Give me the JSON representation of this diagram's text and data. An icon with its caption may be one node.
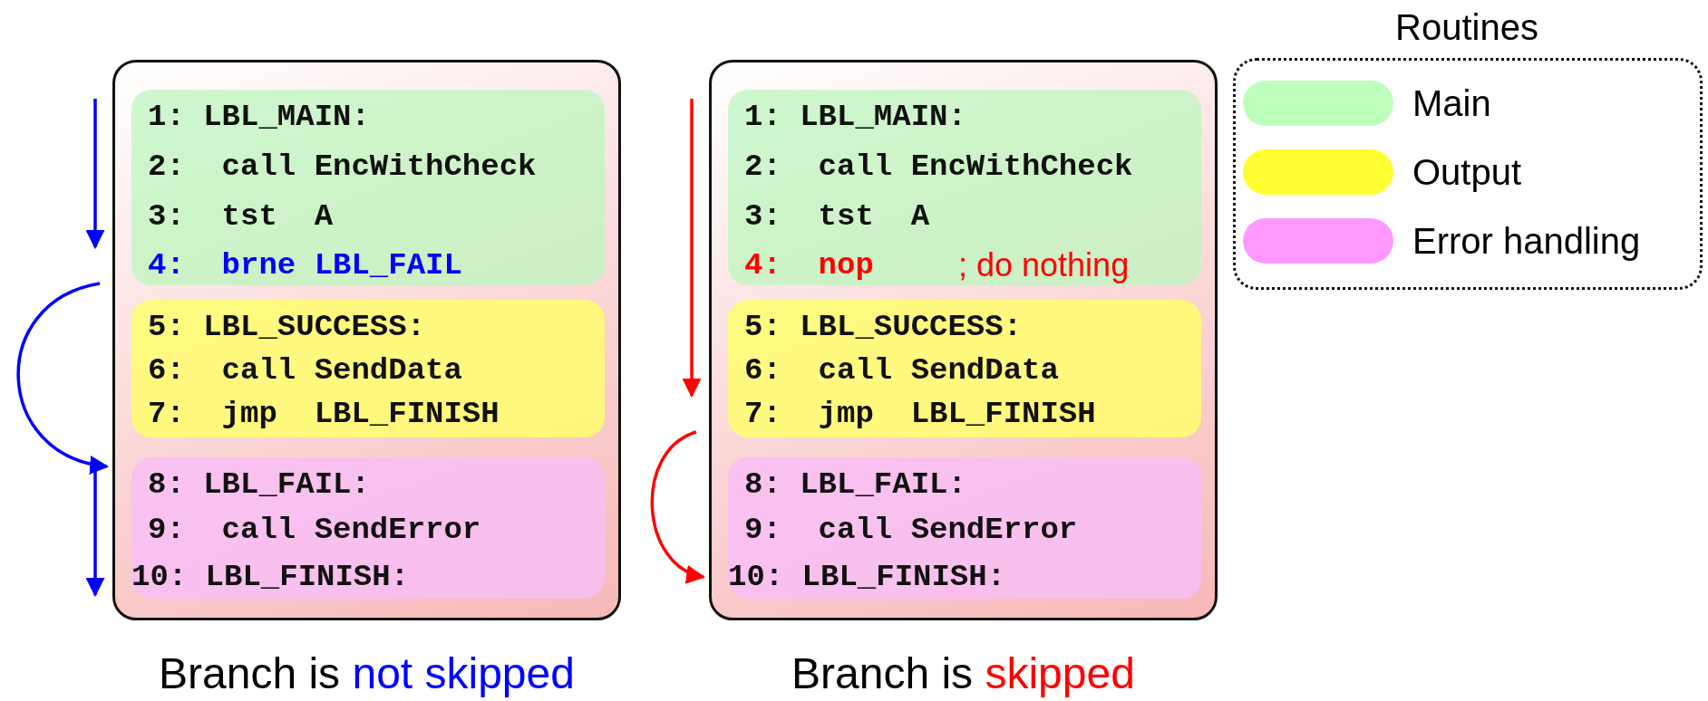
{
  "diagram": {
    "nodes": [
      {
        "text": [],
        "shape": "box",
        "beside": [
          "Branch is",
          "not skipped"
        ]
      },
      {
        "text": [],
        "shape": "box",
        "in": 0
      },
      {
        "text": [
          "1: LBL_MAIN:"
        ],
        "in": 1
      },
      {
        "text": [
          "2:  call EncWithCheck"
        ],
        "in": 1
      },
      {
        "text": [
          "3:  tst  A"
        ],
        "in": 1
      },
      {
        "text": [
          "4:  brne LBL_FAIL"
        ],
        "in": 1
      },
      {
        "text": [],
        "shape": "box",
        "in": 0
      },
      {
        "text": [
          "5: LBL_SUCCESS:"
        ],
        "in": 6
      },
      {
        "text": [
          "6:  call SendData"
        ],
        "in": 6
      },
      {
        "text": [
          "7:  jmp  LBL_FINISH"
        ],
        "in": 6
      },
      {
        "text": [],
        "shape": "box",
        "in": 0
      },
      {
        "text": [
          "8: LBL_FAIL:"
        ],
        "in": 10
      },
      {
        "text": [
          "9:  call SendError"
        ],
        "in": 10
      },
      {
        "text": [
          "10: LBL_FINISH:"
        ],
        "in": 10
      },
      {
        "text": [],
        "shape": "box",
        "beside": [
          "Branch is",
          "skipped"
        ]
      },
      {
        "text": [],
        "shape": "box",
        "in": 14
      },
      {
        "text": [
          "1: LBL_MAIN:"
        ],
        "in": 15
      },
      {
        "text": [
          "2:  call EncWithCheck"
        ],
        "in": 15
      },
      {
        "text": [
          "3:  tst  A"
        ],
        "in": 15
      },
      {
        "text": [
          "4:  nop"
        ],
        "in": 15,
        "beside": [
          "; do nothing"
        ]
      },
      {
        "text": [],
        "shape": "box",
        "in": 14
      },
      {
        "text": [
          "5: LBL_SUCCESS:"
        ],
        "in": 20
      },
      {
        "text": [
          "6:  call SendData"
        ],
        "in": 20
      },
      {
        "text": [
          "7:  jmp  LBL_FINISH"
        ],
        "in": 20
      },
      {
        "text": [],
        "shape": "box",
        "in": 14
      },
      {
        "text": [
          "8: LBL_FAIL:"
        ],
        "in": 24
      },
      {
        "text": [
          "9:  call SendError"
        ],
        "in": 24
      },
      {
        "text": [
          "10: LBL_FINISH:"
        ],
        "in": 24
      }
    ],
    "edges": [
      {
        "from": 2,
        "to": 5,
        "arrow": "to",
        "color": "#0000ff"
      },
      {
        "from": 5,
        "to": 11,
        "arrow": "to",
        "color": "#0000ff"
      },
      {
        "from": 11,
        "to": 13,
        "arrow": "to",
        "color": "#0000ff"
      },
      {
        "from": 16,
        "to": 23,
        "arrow": "to",
        "color": "#ff0000"
      },
      {
        "from": 23,
        "to": 27,
        "arrow": "to",
        "color": "#ff0000"
      }
    ],
    "labels": [
      "Routines"
    ],
    "legend": [
      {
        "text": "Main",
        "color": "#bbffbb"
      },
      {
        "text": "Output",
        "color": "#ffff33"
      },
      {
        "text": "Error handling",
        "color": "#ff99ff"
      }
    ]
  }
}
